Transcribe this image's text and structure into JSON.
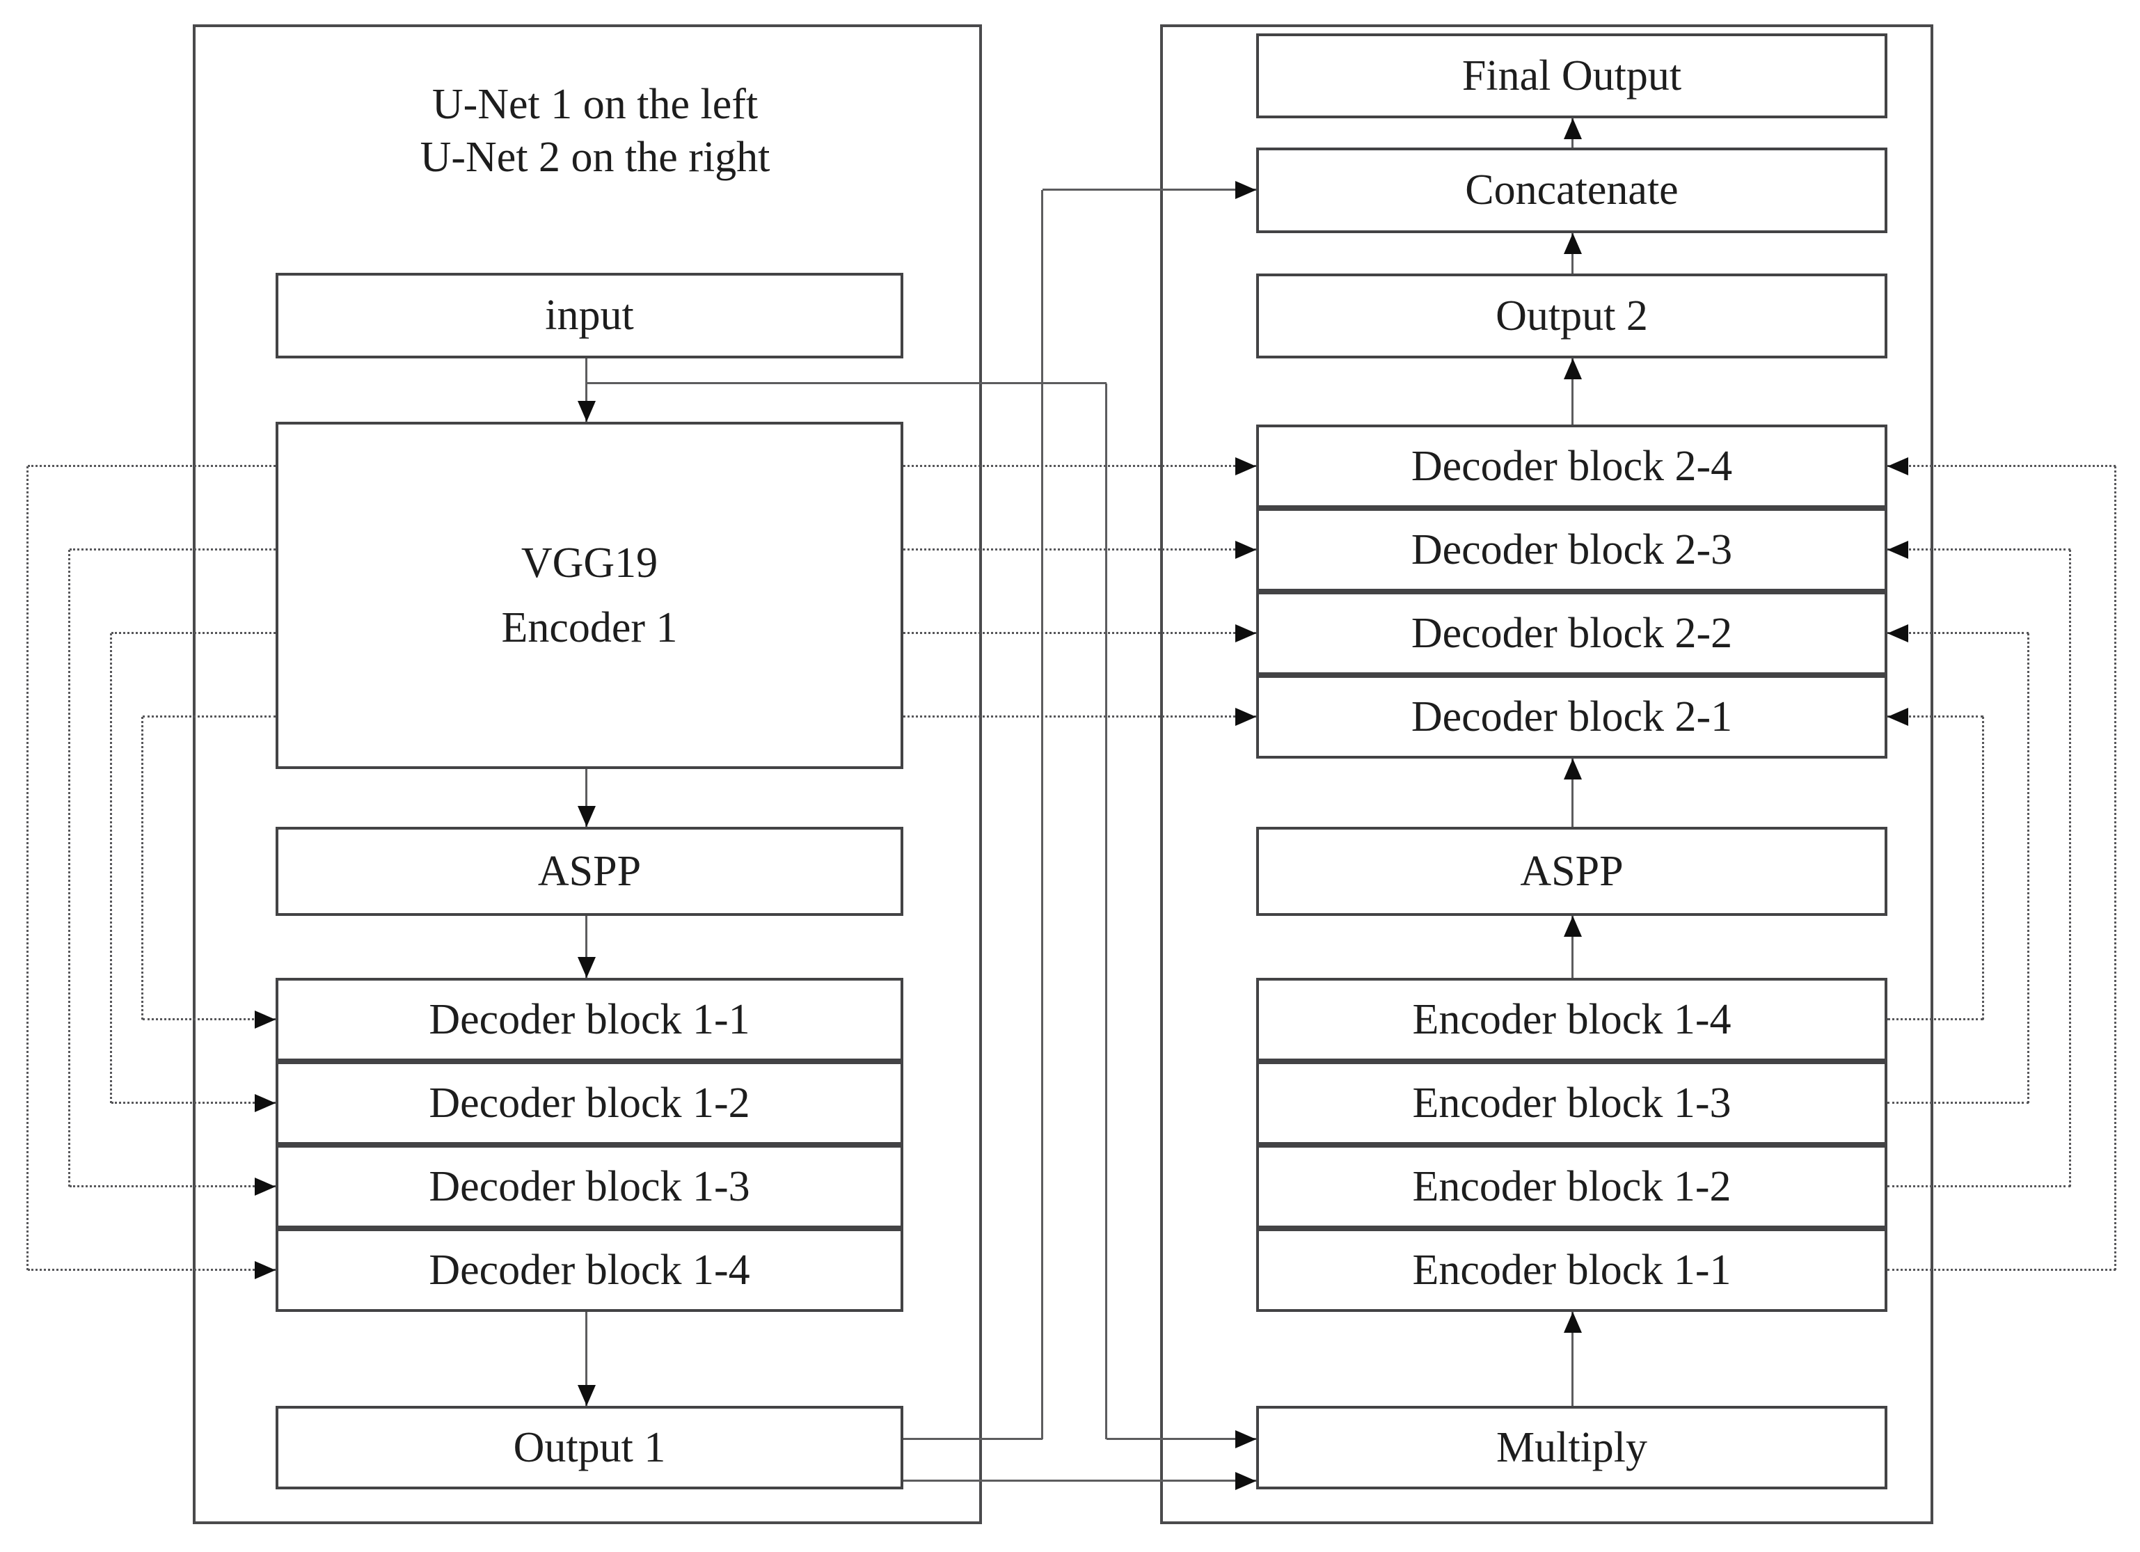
{
  "legend": {
    "line1": "U-Net 1 on the left",
    "line2": "U-Net 2 on the right"
  },
  "unet1": {
    "input_label": "input",
    "encoder_line1": "VGG19",
    "encoder_line2": "Encoder 1",
    "aspp_label": "ASPP",
    "decoder_blocks": [
      "Decoder block 1-1",
      "Decoder block 1-2",
      "Decoder block 1-3",
      "Decoder block 1-4"
    ],
    "output_label": "Output 1"
  },
  "unet2": {
    "final_output_label": "Final Output",
    "concatenate_label": "Concatenate",
    "output2_label": "Output 2",
    "decoder_blocks": [
      "Decoder block 2-4",
      "Decoder block 2-3",
      "Decoder block 2-2",
      "Decoder block 2-1"
    ],
    "aspp_label": "ASPP",
    "encoder_blocks": [
      "Encoder block 1-4",
      "Encoder block 1-3",
      "Encoder block 1-2",
      "Encoder block 1-1"
    ],
    "multiply_label": "Multiply"
  },
  "colors": {
    "background": "#ffffff",
    "box_border": "#434345",
    "solid_line": "#5c5c5e",
    "dotted_line": "#57575a",
    "arrowhead": "#0e0e0e",
    "text": "#1d1d1d"
  }
}
